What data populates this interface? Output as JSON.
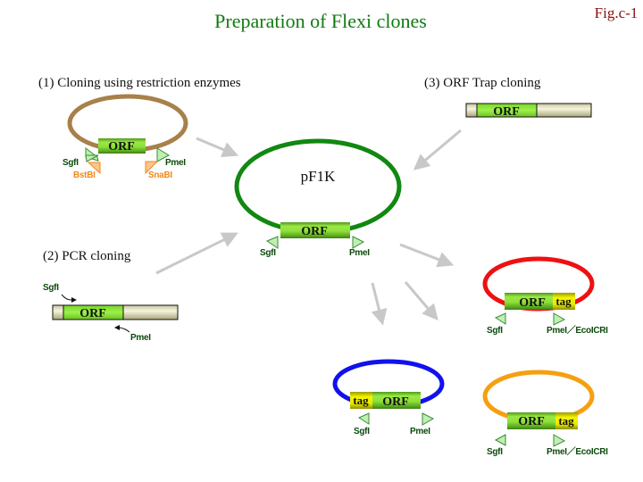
{
  "title": "Preparation of Flexi clones",
  "figure_label": "Fig.c-1",
  "colors": {
    "title": "#117a11",
    "figure_label": "#8b0f0f",
    "site_label": "#0b4a0b",
    "site_label_alt": "#f08a1a",
    "arrow": "#c8c8c8",
    "orf_green": "#8ee03a",
    "tag_yellow": "#e8e800",
    "flank": "#e9e6c4",
    "plasmid_restriction": "#a8804a",
    "plasmid_pf1k": "#118811",
    "plasmid_red": "#ee1111",
    "plasmid_blue": "#1111ee",
    "plasmid_orange": "#f5a010"
  },
  "sections": {
    "restriction": {
      "label": "(1) Cloning using restriction enzymes",
      "orf": "ORF",
      "site_left": "SgfI",
      "site_right": "PmeI",
      "alt_left": "BstBI",
      "alt_right": "SnaBI"
    },
    "pcr": {
      "label": "(2) PCR cloning",
      "orf": "ORF",
      "primer_fwd": "SgfI",
      "primer_rev": "PmeI"
    },
    "trap": {
      "label": "(3) ORF Trap cloning",
      "orf": "ORF"
    }
  },
  "vector": {
    "name": "pF1K",
    "orf": "ORF",
    "site_left": "SgfI",
    "site_right": "PmeI"
  },
  "products": [
    {
      "id": "c-terminal-tag-red",
      "orf": "ORF",
      "tag": "tag",
      "site_left": "SgfI",
      "site_right": "PmeI／EcoICRI"
    },
    {
      "id": "n-terminal-tag-blue",
      "orf": "ORF",
      "tag": "tag",
      "site_left": "SgfI",
      "site_right": "PmeI"
    },
    {
      "id": "c-terminal-tag-orange",
      "orf": "ORF",
      "tag": "tag",
      "site_left": "SgfI",
      "site_right": "PmeI／EcoICRI"
    }
  ]
}
